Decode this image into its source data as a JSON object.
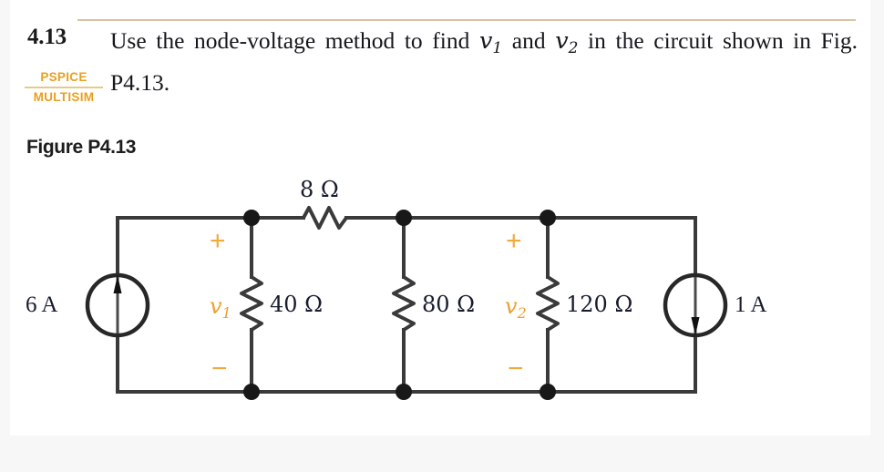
{
  "page": {
    "background_color": "#f7f7f8",
    "paper_color": "#ffffff"
  },
  "problem": {
    "number": "4.13",
    "text_part1": "Use the node-voltage method to find ",
    "var1": "v",
    "var1_sub": "1",
    "text_part2": " and ",
    "var2": "v",
    "var2_sub": "2",
    "text_part3": " in the circuit shown in Fig. P4.13.",
    "rule_color": "#d8c3a5"
  },
  "badge": {
    "line1": "PSPICE",
    "line2": "MULTISIM",
    "color": "#e8a020",
    "divider_color": "#e8c98a"
  },
  "figure": {
    "caption": "Figure P4.13"
  },
  "circuit": {
    "wire_color": "#3a3a3a",
    "label_color": "#161b2e",
    "annotation_color": "#eda02a",
    "sources": [
      {
        "name": "left-current-source",
        "label": "6 A",
        "value": "6",
        "unit": "A",
        "direction": "up"
      },
      {
        "name": "right-current-source",
        "label": "1 A",
        "value": "1",
        "unit": "A",
        "direction": "down"
      }
    ],
    "resistors": [
      {
        "name": "series-resistor-8",
        "label": "8 Ω",
        "value": "8",
        "unit": "Ω",
        "orientation": "horizontal"
      },
      {
        "name": "resistor-40",
        "label": "40 Ω",
        "value": "40",
        "unit": "Ω",
        "orientation": "vertical"
      },
      {
        "name": "resistor-80",
        "label": "80 Ω",
        "value": "80",
        "unit": "Ω",
        "orientation": "vertical"
      },
      {
        "name": "resistor-120",
        "label": "120 Ω",
        "value": "120",
        "unit": "Ω",
        "orientation": "vertical"
      }
    ],
    "node_voltages": [
      {
        "name": "v1",
        "symbol": "v",
        "subscript": "1",
        "plus": "+",
        "minus": "−",
        "across": "40 Ω"
      },
      {
        "name": "v2",
        "symbol": "v",
        "subscript": "2",
        "plus": "+",
        "minus": "−",
        "across": "120 Ω"
      }
    ]
  }
}
